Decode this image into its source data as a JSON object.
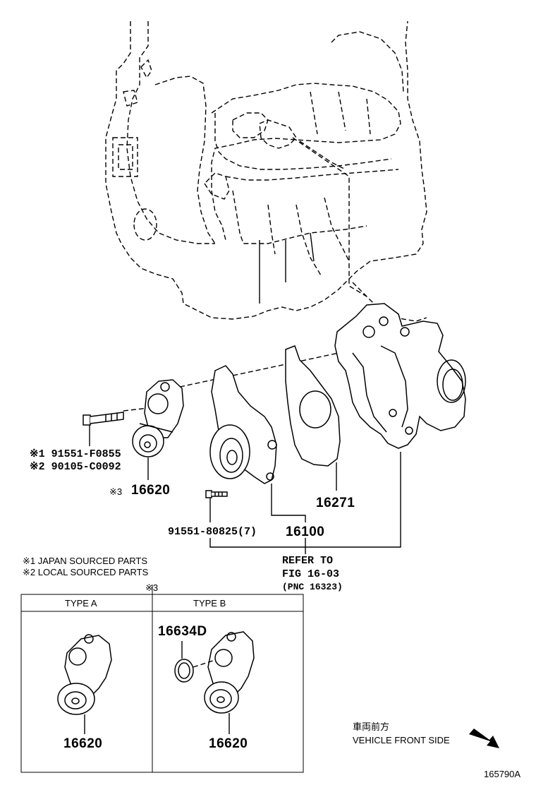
{
  "labels": {
    "note1_code": "※1 91551-F0855",
    "note2_code": "※2 90105-C0092",
    "tensioner_main": "16620",
    "tensioner_mark": "※3",
    "bolt_water_pump": "91551-80825(7)",
    "pump_assy": "16100",
    "gasket": "16271",
    "refer_line1": "REFER TO",
    "refer_line2": "FIG 16-03",
    "refer_line3": "(PNC 16323)"
  },
  "legend": {
    "note1": "※1 JAPAN SOURCED PARTS",
    "note2": "※2 LOCAL SOURCED PARTS",
    "mark3": "※3"
  },
  "table": {
    "type_a_header": "TYPE A",
    "type_b_header": "TYPE B",
    "type_a_part": "16620",
    "type_b_part": "16620",
    "type_b_cap": "16634D"
  },
  "direction": {
    "jp": "車両前方",
    "en": "VEHICLE FRONT SIDE"
  },
  "figure_id": "165790A"
}
